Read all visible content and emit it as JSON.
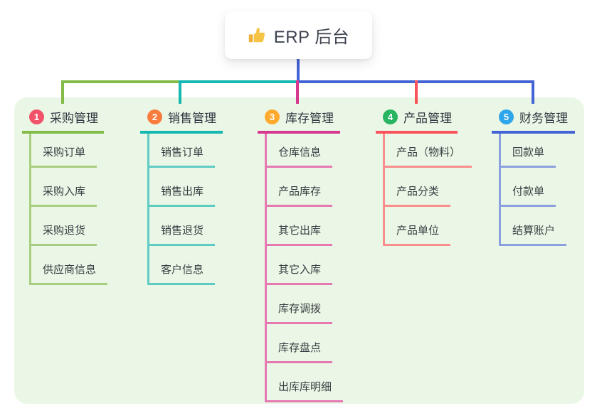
{
  "root": {
    "label": "ERP 后台",
    "icon": "thumbs-up-icon",
    "stem_color": "#4463d6",
    "card_background": "#ffffff"
  },
  "panel": {
    "background_color": "#ebf7e6"
  },
  "branches": [
    {
      "index": "1",
      "label": "采购管理",
      "badge_color": "#f2536b",
      "line_color": "#82bb47",
      "child_line_color": "#a8cf80",
      "children": [
        "采购订单",
        "采购入库",
        "采购退货",
        "供应商信息"
      ]
    },
    {
      "index": "2",
      "label": "销售管理",
      "badge_color": "#f87c3e",
      "line_color": "#14b8b1",
      "child_line_color": "#5fccc4",
      "children": [
        "销售订单",
        "销售出库",
        "销售退货",
        "客户信息"
      ]
    },
    {
      "index": "3",
      "label": "库存管理",
      "badge_color": "#ffaa2f",
      "line_color": "#d6378f",
      "child_line_color": "#e678b2",
      "children": [
        "仓库信息",
        "产品库存",
        "其它出库",
        "其它入库",
        "库存调拨",
        "库存盘点",
        "出库库明细"
      ]
    },
    {
      "index": "4",
      "label": "产品管理",
      "badge_color": "#27b561",
      "line_color": "#f9525a",
      "child_line_color": "#fa8e8d",
      "children": [
        "产品（物料）",
        "产品分类",
        "产品单位"
      ]
    },
    {
      "index": "5",
      "label": "财务管理",
      "badge_color": "#2ea6e9",
      "line_color": "#4463d6",
      "child_line_color": "#8ba0df",
      "children": [
        "回款单",
        "付款单",
        "结算账户"
      ]
    }
  ]
}
